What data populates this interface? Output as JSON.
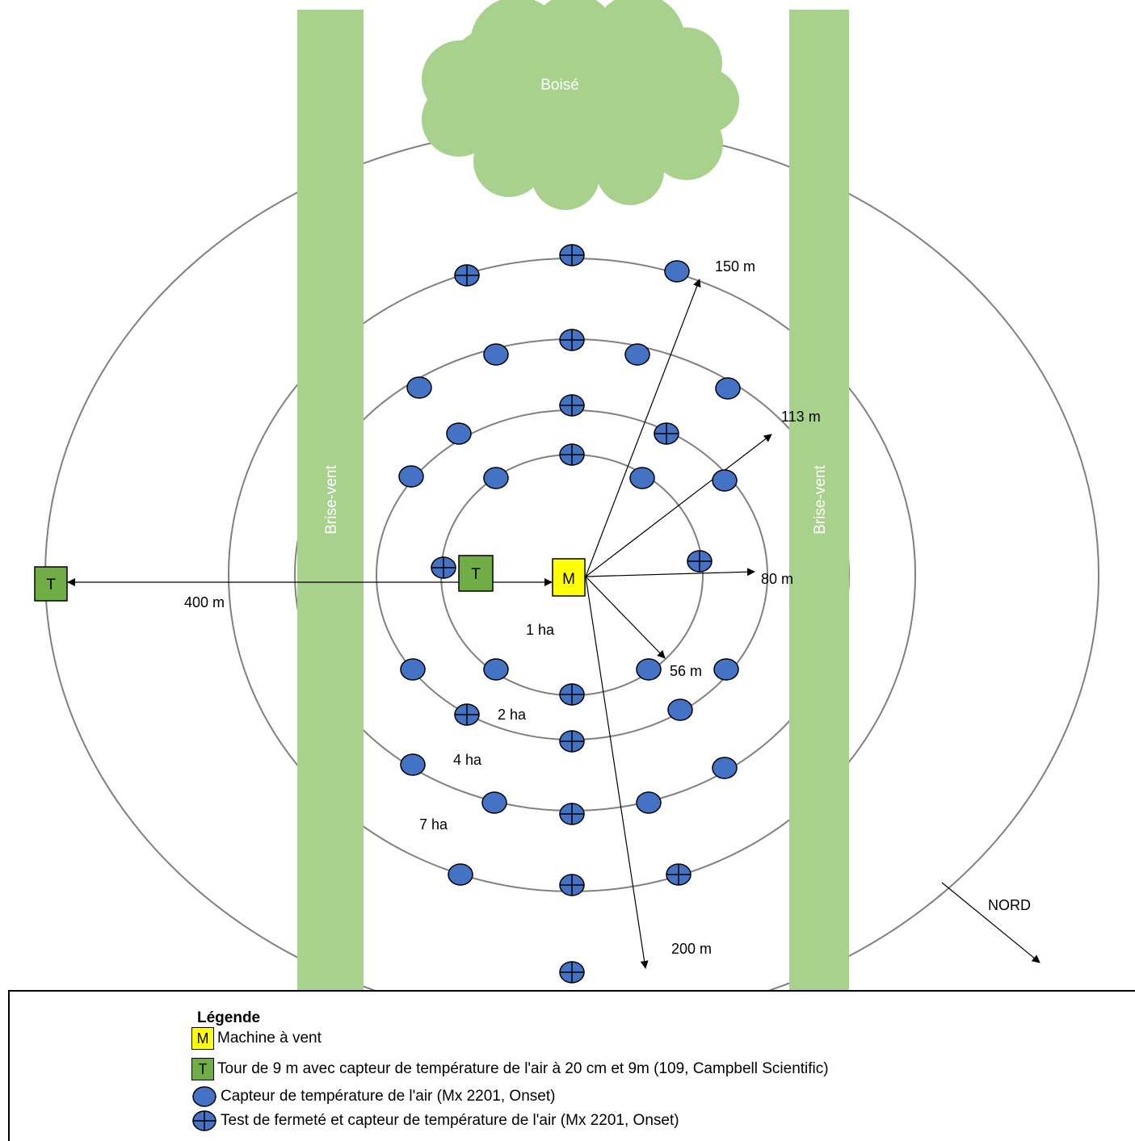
{
  "labels": {
    "woods": "Boisé",
    "windbreak_left": "Brise-vent",
    "windbreak_right": "Brise-vent",
    "wind_machine": "M",
    "tower_near": "T",
    "tower_far": "T",
    "r150": "150 m",
    "r113": "113 m",
    "r80": "80 m",
    "r56": "56 m",
    "r200": "200 m",
    "r400": "400 m",
    "area_1ha": "1 ha",
    "area_2ha": "2 ha",
    "area_4ha": "4 ha",
    "area_7ha": "7 ha",
    "north": "NORD"
  },
  "colors": {
    "windbreak": "#a9d18e",
    "woods": "#a9d18e",
    "tower": "#70ad47",
    "machine": "#ffff00",
    "sensor": "#4472c4",
    "ring": "#808080"
  },
  "legend": {
    "title": "Légende",
    "machine_symbol": "M",
    "machine": "Machine à vent",
    "tower_symbol": "T",
    "tower": "Tour de 9 m avec capteur de température de l'air à 20 cm et 9m (109, Campbell Scientific)",
    "sensor": "Capteur de température de l'air (Mx 2201, Onset)",
    "firmness": "Test de fermeté et capteur de température de l'air (Mx 2201, Onset)",
    "sensor_icon": "filled-circle",
    "firmness_icon": "circle-with-cross"
  }
}
